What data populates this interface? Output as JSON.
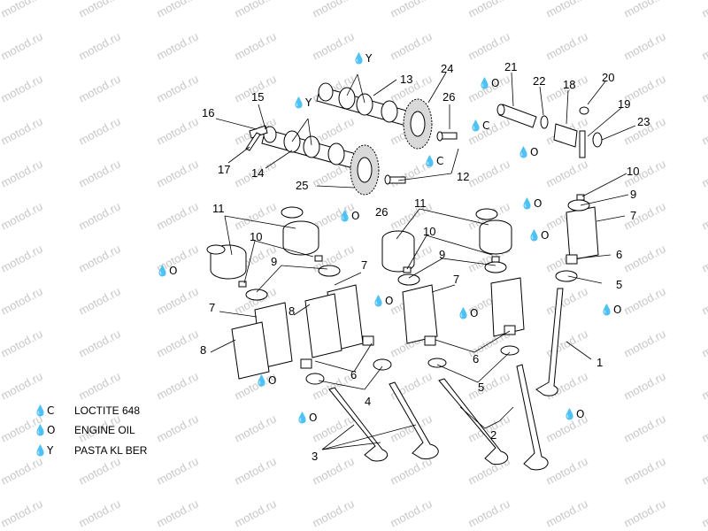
{
  "watermark": "motod.ru",
  "symbols": {
    "c": "💧C",
    "o": "💧O",
    "y": "💧Y"
  },
  "legend": [
    {
      "symbol": "C",
      "label": "LOCTITE 648"
    },
    {
      "symbol": "O",
      "label": "ENGINE OIL"
    },
    {
      "symbol": "Y",
      "label": "PASTA KL BER"
    }
  ],
  "part_numbers": [
    "1",
    "2",
    "3",
    "4",
    "5",
    "6",
    "7",
    "8",
    "9",
    "10",
    "11",
    "12",
    "13",
    "14",
    "15",
    "16",
    "17",
    "18",
    "19",
    "20",
    "21",
    "22",
    "23",
    "24",
    "25",
    "26"
  ]
}
